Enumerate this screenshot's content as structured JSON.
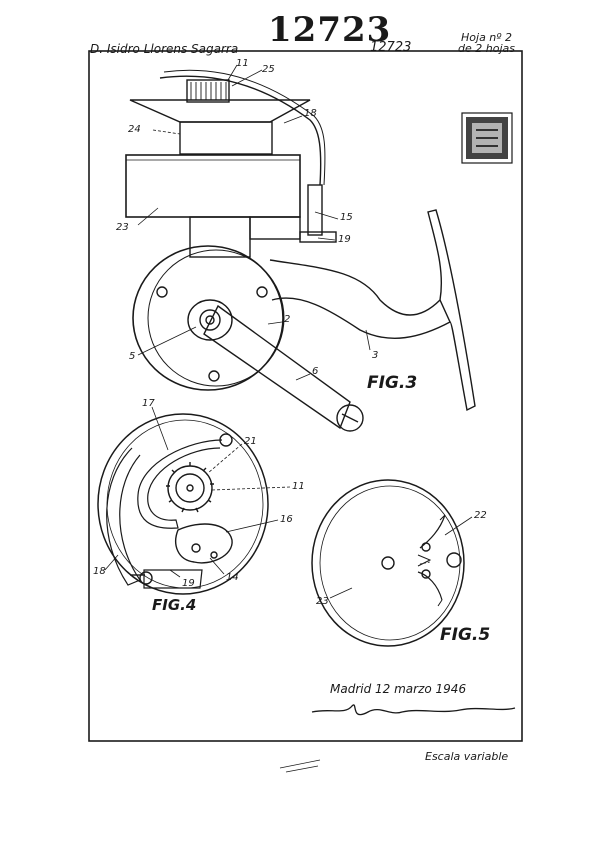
{
  "header": {
    "patent_number": "12723",
    "inventor": "D. Isidro Llorens Sagarra",
    "handwritten_number": "12723",
    "sheet_line1": "Hoja nº 2",
    "sheet_line2": "de 2 hojas"
  },
  "figures": {
    "fig3": "FIG.3",
    "fig4": "FIG.4",
    "fig5": "FIG.5"
  },
  "reference_numbers": {
    "n11_top": "11",
    "n25": "25",
    "n18_top": "18",
    "n24": "24",
    "n23_top": "23",
    "n15": "15",
    "n19_top": "19",
    "n2": "2",
    "n5": "5",
    "n3": "3",
    "n6": "6",
    "n17": "17",
    "n21": "21",
    "n11_mid": "11",
    "n16": "16",
    "n18_mid": "18",
    "n19_mid": "19",
    "n14": "14",
    "n22": "22",
    "n23_mid": "23"
  },
  "footer": {
    "city_date": "Madrid 12 marzo 1946",
    "scale": "Escala variable"
  },
  "colors": {
    "ink": "#1a1a1a",
    "paper": "#ffffff"
  }
}
